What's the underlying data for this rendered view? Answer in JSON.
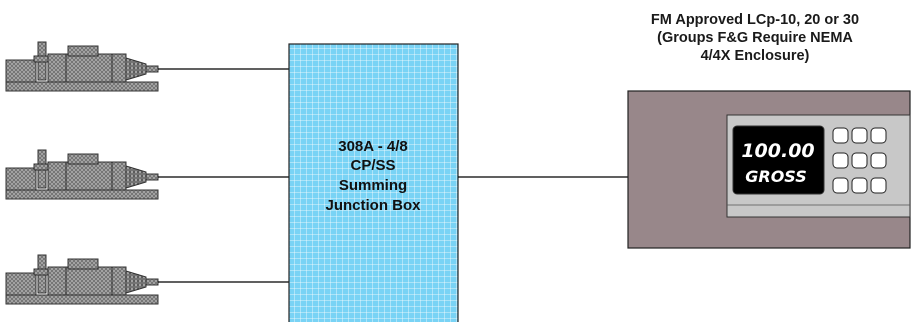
{
  "junction_box": {
    "lines": [
      "308A - 4/8",
      "CP/SS",
      "Summing",
      "Junction Box"
    ]
  },
  "indicator": {
    "caption_lines": [
      "FM Approved LCp-10, 20 or 30",
      "(Groups F&G Require NEMA",
      "4/4X Enclosure)"
    ],
    "display_value": "100.00",
    "display_mode": "GROSS"
  },
  "colors": {
    "junction_box_fill": "#79d3f5",
    "enclosure_fill": "#98878a",
    "load_cell_fill": "#9a9a9a",
    "display_fill": "#000000"
  },
  "load_cell_count": 3
}
